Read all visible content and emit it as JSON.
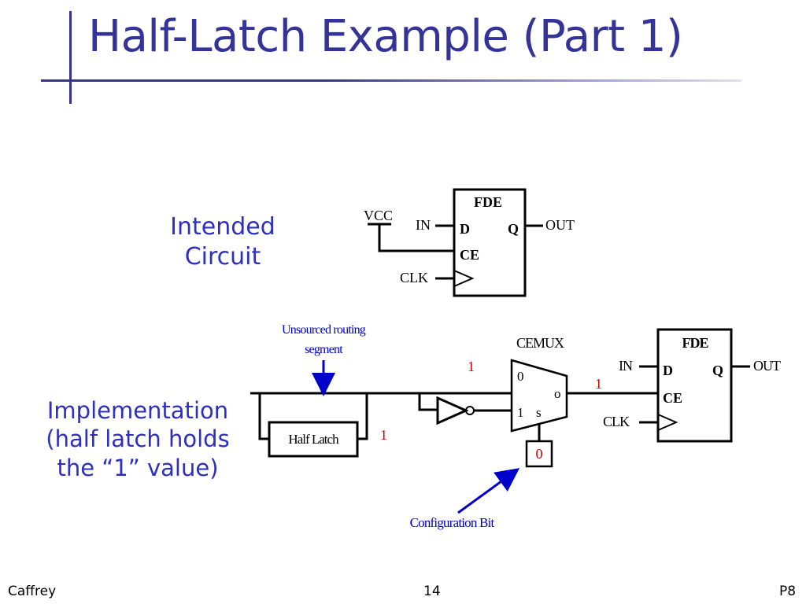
{
  "slide": {
    "title": "Half-Latch Example (Part 1)",
    "intended_label": [
      "Intended",
      "Circuit"
    ],
    "impl_label": [
      "Implementation",
      "(half latch holds",
      "the “1” value)"
    ]
  },
  "intended": {
    "block": "FDE",
    "vcc": "VCC",
    "in": "IN",
    "d": "D",
    "q": "Q",
    "out": "OUT",
    "ce": "CE",
    "clk": "CLK"
  },
  "implementation": {
    "unsourced_label": [
      "Unsourced routing",
      "segment"
    ],
    "half_latch": "Half Latch",
    "half_latch_value": "1",
    "inverter_value": "1",
    "mux_label": "CEMUX",
    "mux_in0": "0",
    "mux_in1": "1",
    "mux_sel": "s",
    "mux_out": "o",
    "mux_out_value": "1",
    "config_bit_value": "0",
    "config_label": "Configuration Bit",
    "block": "FDE",
    "in": "IN",
    "d": "D",
    "q": "Q",
    "out": "OUT",
    "ce": "CE",
    "clk": "CLK"
  },
  "footer": {
    "left": "Caffrey",
    "center": "14",
    "right": "P8"
  },
  "colors": {
    "title": "#33339a",
    "label": "#2e2ec0",
    "value_red": "#cc0000",
    "arrow_blue": "#0000cc"
  }
}
